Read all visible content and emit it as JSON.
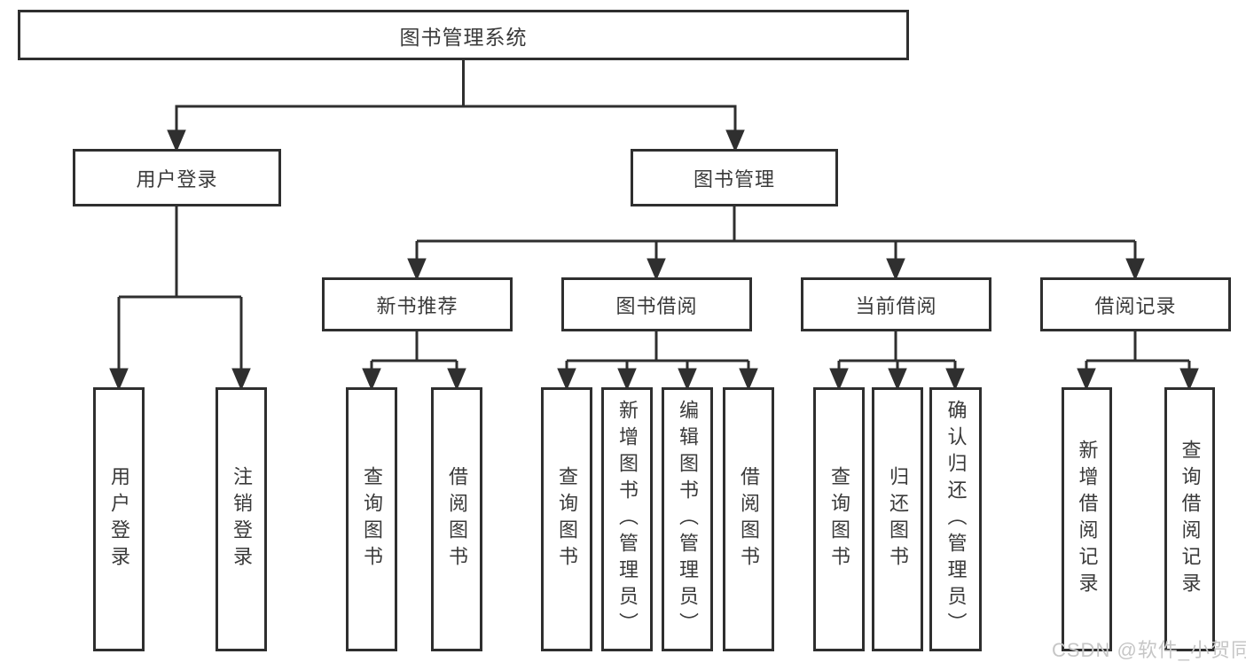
{
  "diagram": {
    "watermark": "CSDN @软件_小贺同学",
    "colors": {
      "line": "#2f2f2f",
      "text": "#3a3a3a",
      "box_fill": "#ffffff",
      "watermark": "#c6c6c6"
    },
    "tree": {
      "root": {
        "label": "图书管理系统",
        "children": [
          {
            "label": "用户登录",
            "children": [
              {
                "label": "用户登录"
              },
              {
                "label": "注销登录"
              }
            ]
          },
          {
            "label": "图书管理",
            "children": [
              {
                "label": "新书推荐",
                "children": [
                  {
                    "label": "查询图书"
                  },
                  {
                    "label": "借阅图书"
                  }
                ]
              },
              {
                "label": "图书借阅",
                "children": [
                  {
                    "label": "查询图书"
                  },
                  {
                    "label": "新增图书（管理员）"
                  },
                  {
                    "label": "编辑图书（管理员）"
                  },
                  {
                    "label": "借阅图书"
                  }
                ]
              },
              {
                "label": "当前借阅",
                "children": [
                  {
                    "label": "查询图书"
                  },
                  {
                    "label": "归还图书"
                  },
                  {
                    "label": "确认归还（管理员）"
                  }
                ]
              },
              {
                "label": "借阅记录",
                "children": [
                  {
                    "label": "新增借阅记录"
                  },
                  {
                    "label": "查询借阅记录"
                  }
                ]
              }
            ]
          }
        ]
      }
    }
  }
}
